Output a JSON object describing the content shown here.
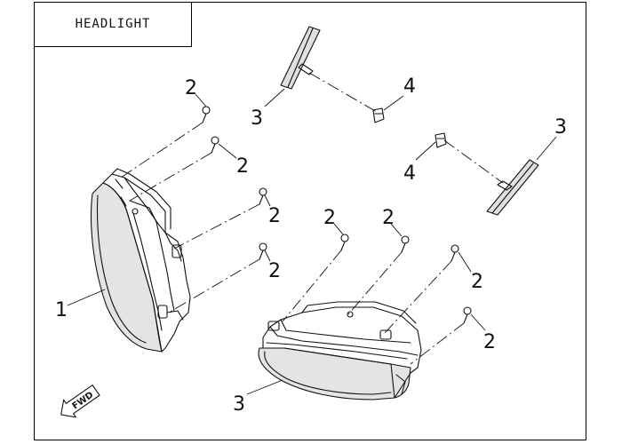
{
  "title": "HEADLIGHT",
  "fwd_label": "FWD",
  "callouts": [
    {
      "id": "c-2a",
      "text": "2"
    },
    {
      "id": "c-2b",
      "text": "2"
    },
    {
      "id": "c-2c",
      "text": "2"
    },
    {
      "id": "c-2d",
      "text": "2"
    },
    {
      "id": "c-2e",
      "text": "2"
    },
    {
      "id": "c-2f",
      "text": "2"
    },
    {
      "id": "c-2g",
      "text": "2"
    },
    {
      "id": "c-2h",
      "text": "2"
    },
    {
      "id": "c-3a",
      "text": "3"
    },
    {
      "id": "c-3b",
      "text": "3"
    },
    {
      "id": "c-3c",
      "text": "3"
    },
    {
      "id": "c-4a",
      "text": "4"
    },
    {
      "id": "c-4b",
      "text": "4"
    },
    {
      "id": "c-1",
      "text": "1"
    }
  ]
}
